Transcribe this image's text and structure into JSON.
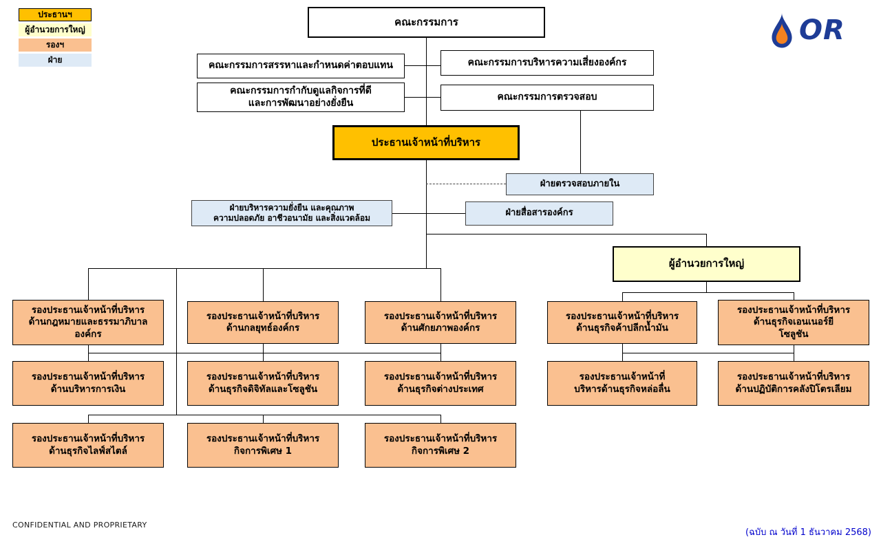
{
  "colors": {
    "chairman": "#FFC000",
    "managing_director": "#FFFFCC",
    "svp": "#FAC090",
    "department": "#DEEAF6",
    "version_note_text": "#0000CC",
    "logo_blue": "#1E3C96",
    "logo_orange": "#F58220"
  },
  "legend": {
    "items": [
      {
        "label": "ประธานฯ"
      },
      {
        "label": "ผู้อำนวยการใหญ่"
      },
      {
        "label": "รองฯ"
      },
      {
        "label": "ฝ่าย"
      }
    ]
  },
  "logo": {
    "wordmark": "OR"
  },
  "org": {
    "board": {
      "label": "คณะกรรมการ"
    },
    "committees": [
      {
        "label": "คณะกรรมการสรรหาและกำหนดค่าตอบแทน"
      },
      {
        "label": "คณะกรรมการบริหารความเสี่ยงองค์กร"
      },
      {
        "label": "คณะกรรมการกำกับดูแลกิจการที่ดี\nและการพัฒนาอย่างยั่งยืน"
      },
      {
        "label": "คณะกรรมการตรวจสอบ"
      }
    ],
    "ceo": {
      "label": "ประธานเจ้าหน้าที่บริหาร"
    },
    "departments": [
      {
        "label": "ฝ่ายตรวจสอบภายใน"
      },
      {
        "label": "ฝ่ายบริหารความยั่งยืน และคุณภาพ\nความปลอดภัย อาชีวอนามัย และสิ่งแวดล้อม"
      },
      {
        "label": "ฝ่ายสื่อสารองค์กร"
      }
    ],
    "managing_director": {
      "label": "ผู้อำนวยการใหญ่"
    },
    "svps": [
      {
        "label": "รองประธานเจ้าหน้าที่บริหาร\nด้านกฎหมายและธรรมาภิบาล\nองค์กร"
      },
      {
        "label": "รองประธานเจ้าหน้าที่บริหาร\nด้านกลยุทธ์องค์กร"
      },
      {
        "label": "รองประธานเจ้าหน้าที่บริหาร\nด้านศักยภาพองค์กร"
      },
      {
        "label": "รองประธานเจ้าหน้าที่บริหาร\nด้านธุรกิจค้าปลีกน้ำมัน"
      },
      {
        "label": "รองประธานเจ้าหน้าที่บริหาร\nด้านธุรกิจเอนเนอร์ยี\nโซลูชัน"
      },
      {
        "label": "รองประธานเจ้าหน้าที่บริหาร\nด้านบริหารการเงิน"
      },
      {
        "label": "รองประธานเจ้าหน้าที่บริหาร\nด้านธุรกิจดิจิทัลและโซลูชัน"
      },
      {
        "label": "รองประธานเจ้าหน้าที่บริหาร\nด้านธุรกิจต่างประเทศ"
      },
      {
        "label": "รองประธานเจ้าหน้าที่\nบริหารด้านธุรกิจหล่อลื่น"
      },
      {
        "label": "รองประธานเจ้าหน้าที่บริหาร\nด้านปฏิบัติการคลังปิโตรเลียม"
      },
      {
        "label": "รองประธานเจ้าหน้าที่บริหาร\nด้านธุรกิจไลฟ์สไตล์"
      },
      {
        "label": "รองประธานเจ้าหน้าที่บริหาร\nกิจการพิเศษ 1"
      },
      {
        "label": "รองประธานเจ้าหน้าที่บริหาร\nกิจการพิเศษ 2"
      }
    ]
  },
  "footer": {
    "confidential": "CONFIDENTIAL AND PROPRIETARY",
    "version_note": "(ฉบับ ณ วันที่ 1 ธันวาคม 2568)"
  }
}
